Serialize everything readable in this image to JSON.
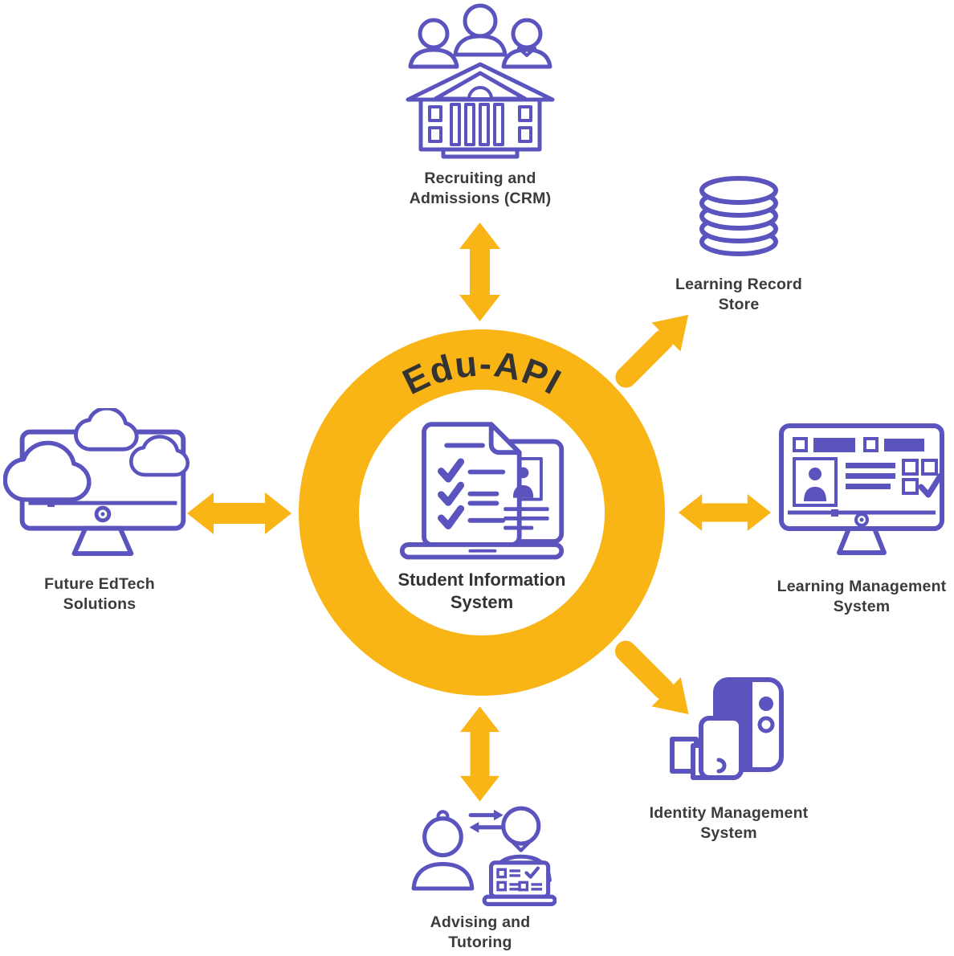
{
  "diagram": {
    "title_arc": "Edu-API",
    "hub": {
      "name": "Student Information System",
      "label": "Student Information\nSystem",
      "icon": "laptop-checklist-profile-icon"
    },
    "nodes": [
      {
        "id": "recruiting-admissions-crm",
        "label": "Recruiting and\nAdmissions (CRM)",
        "icon": "people-school-building-icon",
        "position": "top",
        "connection": "bidirectional"
      },
      {
        "id": "learning-record-store",
        "label": "Learning Record\nStore",
        "icon": "database-icon",
        "position": "top-right",
        "connection": "outbound"
      },
      {
        "id": "learning-management-system",
        "label": "Learning Management\nSystem",
        "icon": "lms-desktop-icon",
        "position": "right",
        "connection": "bidirectional"
      },
      {
        "id": "identity-management-system",
        "label": "Identity Management\nSystem",
        "icon": "identity-card-reader-icon",
        "position": "bottom-right",
        "connection": "outbound"
      },
      {
        "id": "advising-and-tutoring",
        "label": "Advising and\nTutoring",
        "icon": "advisor-student-laptop-icon",
        "position": "bottom",
        "connection": "bidirectional"
      },
      {
        "id": "future-edtech-solutions",
        "label": "Future EdTech\nSolutions",
        "icon": "cloud-desktop-icon",
        "position": "left",
        "connection": "bidirectional"
      }
    ],
    "connections": [
      {
        "from": "hub",
        "to": "recruiting-admissions-crm",
        "style": "double-headed-vertical"
      },
      {
        "from": "hub",
        "to": "learning-record-store",
        "style": "single-headed-diagonal-up-right"
      },
      {
        "from": "hub",
        "to": "learning-management-system",
        "style": "double-headed-horizontal"
      },
      {
        "from": "hub",
        "to": "identity-management-system",
        "style": "single-headed-diagonal-down-right"
      },
      {
        "from": "hub",
        "to": "advising-and-tutoring",
        "style": "double-headed-vertical"
      },
      {
        "from": "hub",
        "to": "future-edtech-solutions",
        "style": "double-headed-horizontal"
      }
    ],
    "colors": {
      "ring_yellow": "#F9B415",
      "icon_purple": "#5B54BE",
      "label_dark": "#3B3B3B",
      "background": "#FFFFFF"
    }
  }
}
